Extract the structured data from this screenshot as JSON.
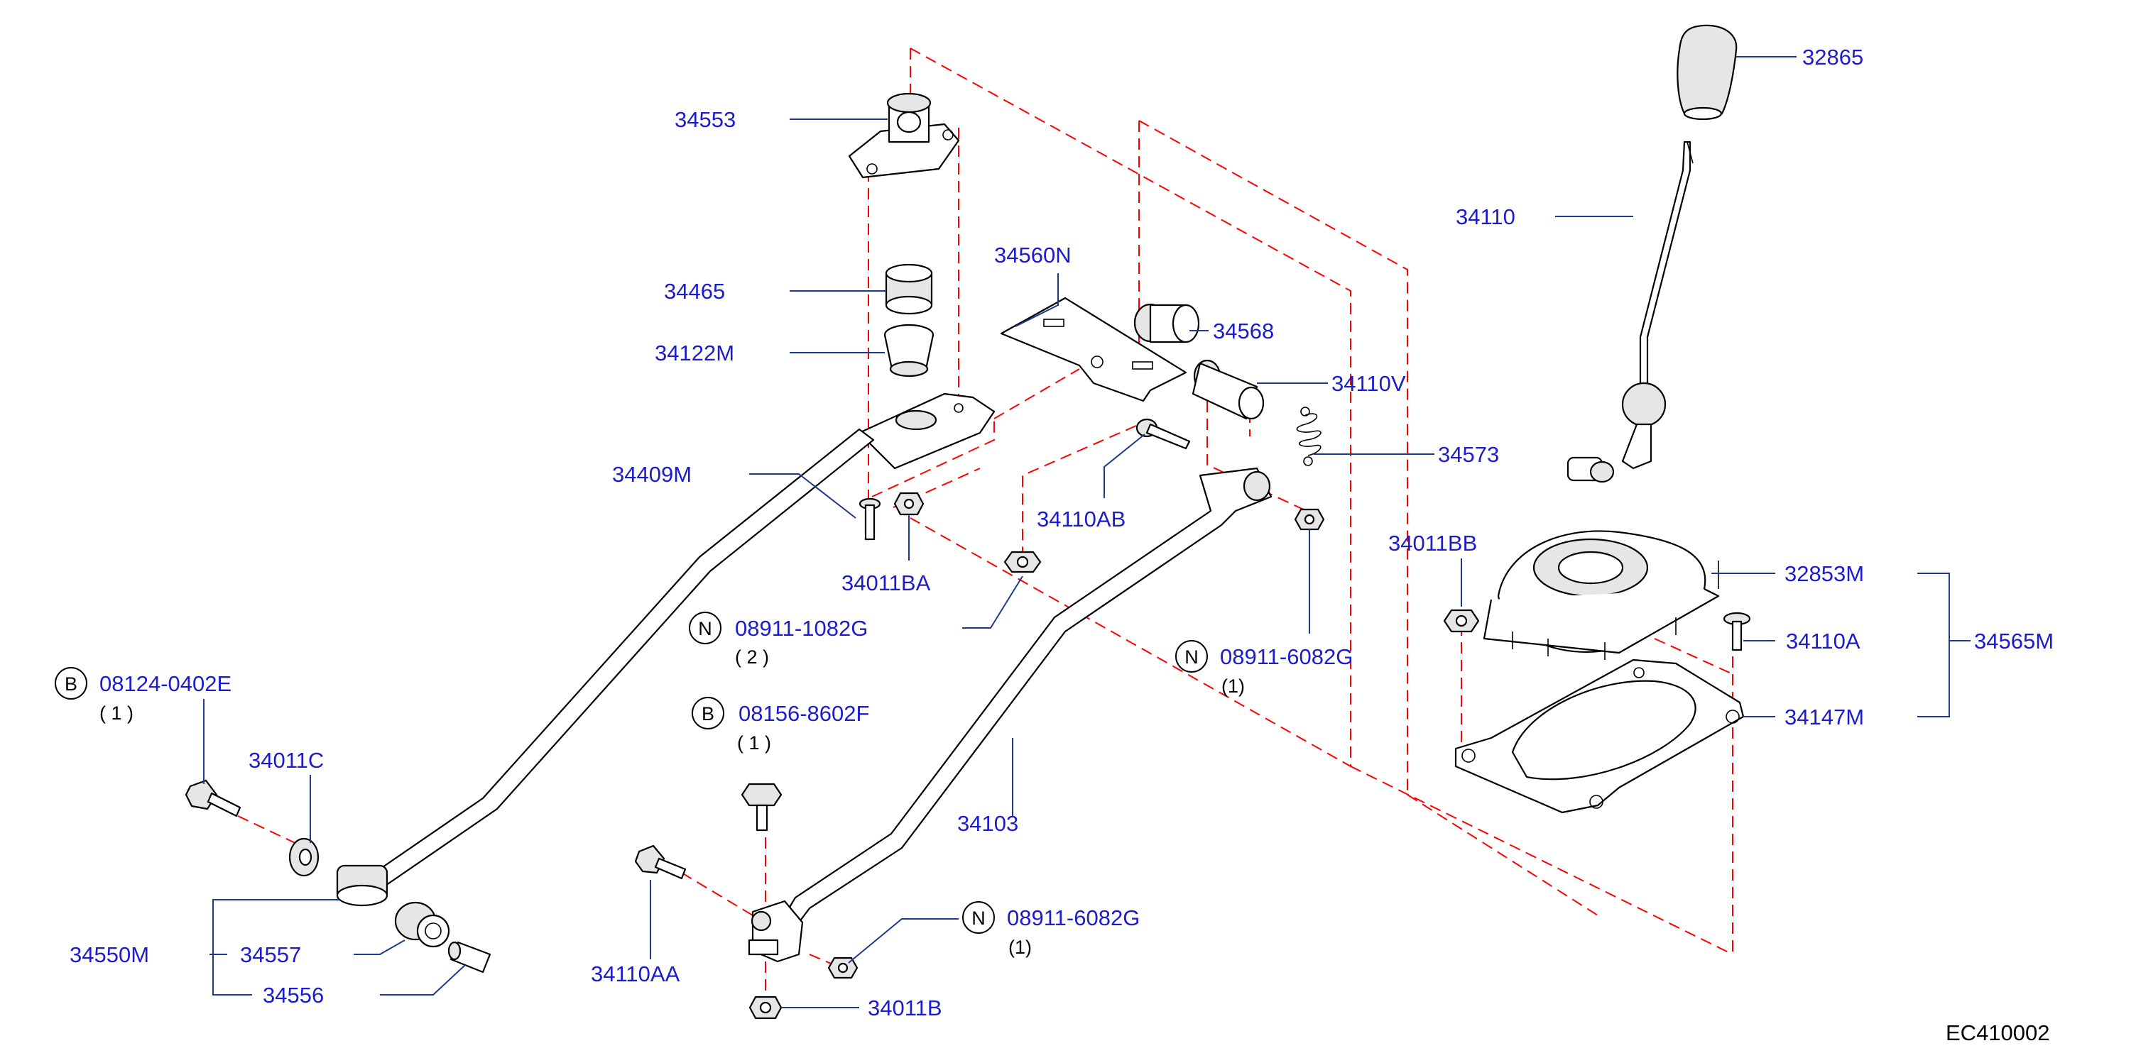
{
  "labels": {
    "p32865": "32865",
    "p34110": "34110",
    "p34553": "34553",
    "p34465": "34465",
    "p34122M": "34122M",
    "p34409M": "34409M",
    "p34011BA": "34011BA",
    "p34560N": "34560N",
    "p34568": "34568",
    "p34110V": "34110V",
    "p34573": "34573",
    "p34110AB": "34110AB",
    "p34011BB": "34011BB",
    "p32853M": "32853M",
    "p34110A": "34110A",
    "p34565M": "34565M",
    "p34147M": "34147M",
    "p08911_1082G": "08911-1082G",
    "p08911_6082G_a": "08911-6082G",
    "p08911_6082G_b": "08911-6082G",
    "p08124_0402E": "08124-0402E",
    "p08156_8602F": "08156-8602F",
    "p34011C": "34011C",
    "p34550M": "34550M",
    "p34557": "34557",
    "p34556": "34556",
    "p34103": "34103",
    "p34110AA": "34110AA",
    "p34011B": "34011B"
  },
  "quantities": {
    "q08911_1082G": "( 2 )",
    "q08911_6082G_a": "(1)",
    "q08911_6082G_b": "(1)",
    "q08124_0402E": "( 1 )",
    "q08156_8602F": "( 1 )"
  },
  "symbols": {
    "n_1082G": "N",
    "n_6082G_a": "N",
    "n_6082G_b": "N",
    "b_0402E": "B",
    "b_8602F": "B"
  },
  "diagram_code": "EC410002",
  "colors": {
    "label": "#1c1ccf",
    "leader": "#1c3a8a",
    "dashed_alignment": "#ff0000",
    "outline": "#000000"
  }
}
